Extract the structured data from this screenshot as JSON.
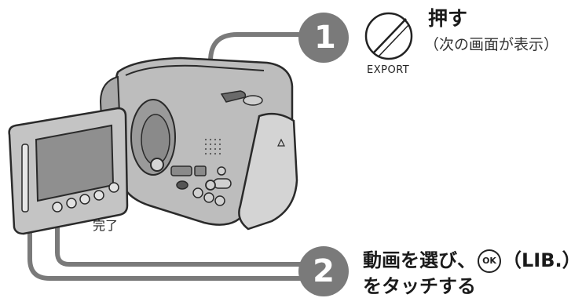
{
  "steps": [
    {
      "number": "1",
      "title": "押す",
      "note": "（次の画面が表示）",
      "button_label": "EXPORT"
    },
    {
      "number": "2",
      "line1_before": "動画を選び、",
      "ok_label": "OK",
      "line1_after": "（LIB.）",
      "line2": "をタッチする"
    }
  ],
  "callout": {
    "label": "完了"
  },
  "colors": {
    "badge": "#7a7a7a",
    "camera_body": "#b7b7b7",
    "camera_dark": "#5a5a5a",
    "screen": "#8d8d8d",
    "leader": "#777777"
  },
  "icons": {
    "export_button": "export-button-icon",
    "ok_button": "ok-button-icon",
    "camera": "camcorder-icon"
  }
}
